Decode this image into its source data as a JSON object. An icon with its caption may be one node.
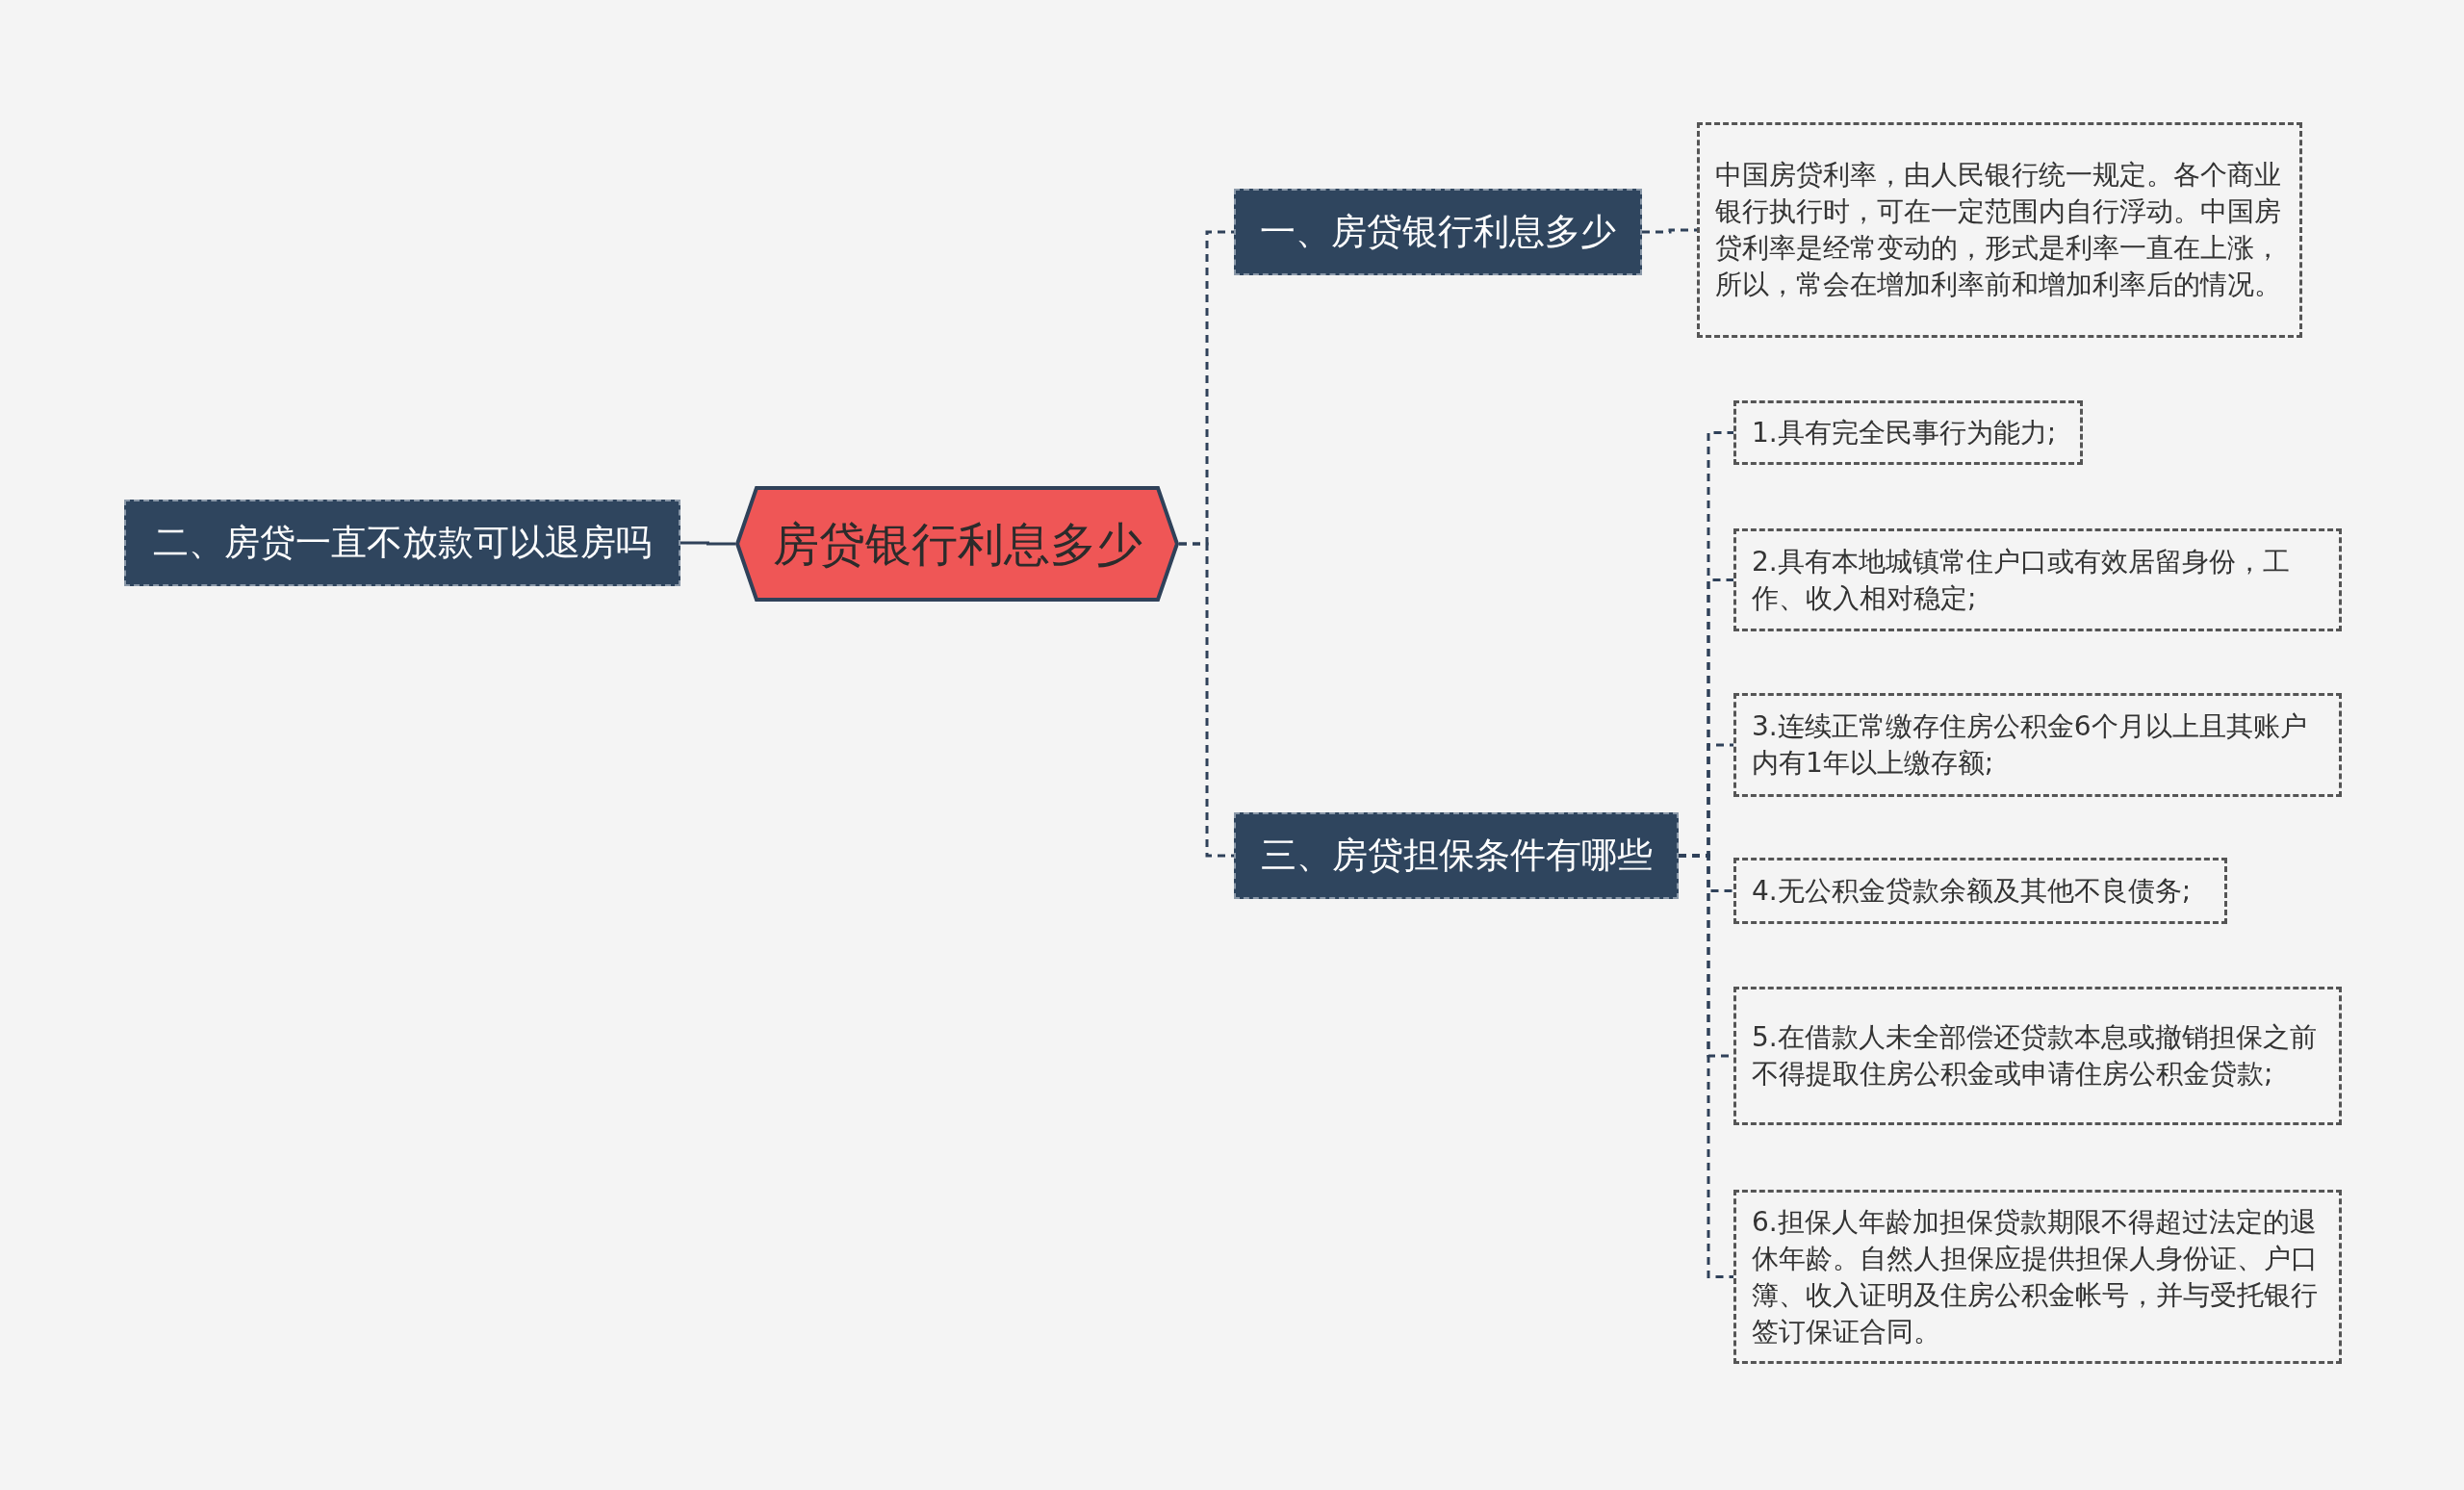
{
  "diagram": {
    "nodes": [
      {
        "text": [
          "房贷银行利息多少"
        ]
      },
      {
        "text": [
          "二、房贷一直不放款可以退房吗"
        ]
      },
      {
        "text": [
          "一、房贷银行利息多少"
        ]
      },
      {
        "text": [
          "中国房贷利率，由人民银行统一规定。各个商业银行执行时，可在一定范围内自行浮动。中国房贷利率是经常变动的，形式是利率一直在上涨，所以，常会在增加利率前和增加利率后的情况。"
        ]
      },
      {
        "text": [
          "三、房贷担保条件有哪些"
        ]
      },
      {
        "text": [
          "1.具有完全民事行为能力;"
        ]
      },
      {
        "text": [
          "2.具有本地城镇常住户口或有效居留身份，工作、收入相对稳定;"
        ]
      },
      {
        "text": [
          "3.连续正常缴存住房公积金6个月以上且其账户内有1年以上缴存额;"
        ]
      },
      {
        "text": [
          "4.无公积金贷款余额及其他不良债务;"
        ]
      },
      {
        "text": [
          "5.在借款人未全部偿还贷款本息或撤销担保之前不得提取住房公积金或申请住房公积金贷款;"
        ]
      },
      {
        "text": [
          "6.担保人年龄加担保贷款期限不得超过法定的退休年龄。自然人担保应提供担保人身份证、户口簿、收入证明及住房公积金帐号，并与受托银行签订保证合同。"
        ]
      }
    ],
    "edges": [
      {
        "from": 0,
        "to": 1,
        "arrow": "none"
      },
      {
        "from": 0,
        "to": 2,
        "arrow": "none",
        "style": "dashed"
      },
      {
        "from": 0,
        "to": 4,
        "arrow": "none",
        "style": "dashed"
      },
      {
        "from": 2,
        "to": 3,
        "arrow": "none",
        "style": "dashed"
      },
      {
        "from": 4,
        "to": 5,
        "arrow": "none",
        "style": "dashed"
      },
      {
        "from": 4,
        "to": 6,
        "arrow": "none",
        "style": "dashed"
      },
      {
        "from": 4,
        "to": 7,
        "arrow": "none",
        "style": "dashed"
      },
      {
        "from": 4,
        "to": 8,
        "arrow": "none",
        "style": "dashed"
      },
      {
        "from": 4,
        "to": 9,
        "arrow": "none",
        "style": "dashed"
      },
      {
        "from": 4,
        "to": 10,
        "arrow": "none",
        "style": "dashed"
      }
    ]
  }
}
